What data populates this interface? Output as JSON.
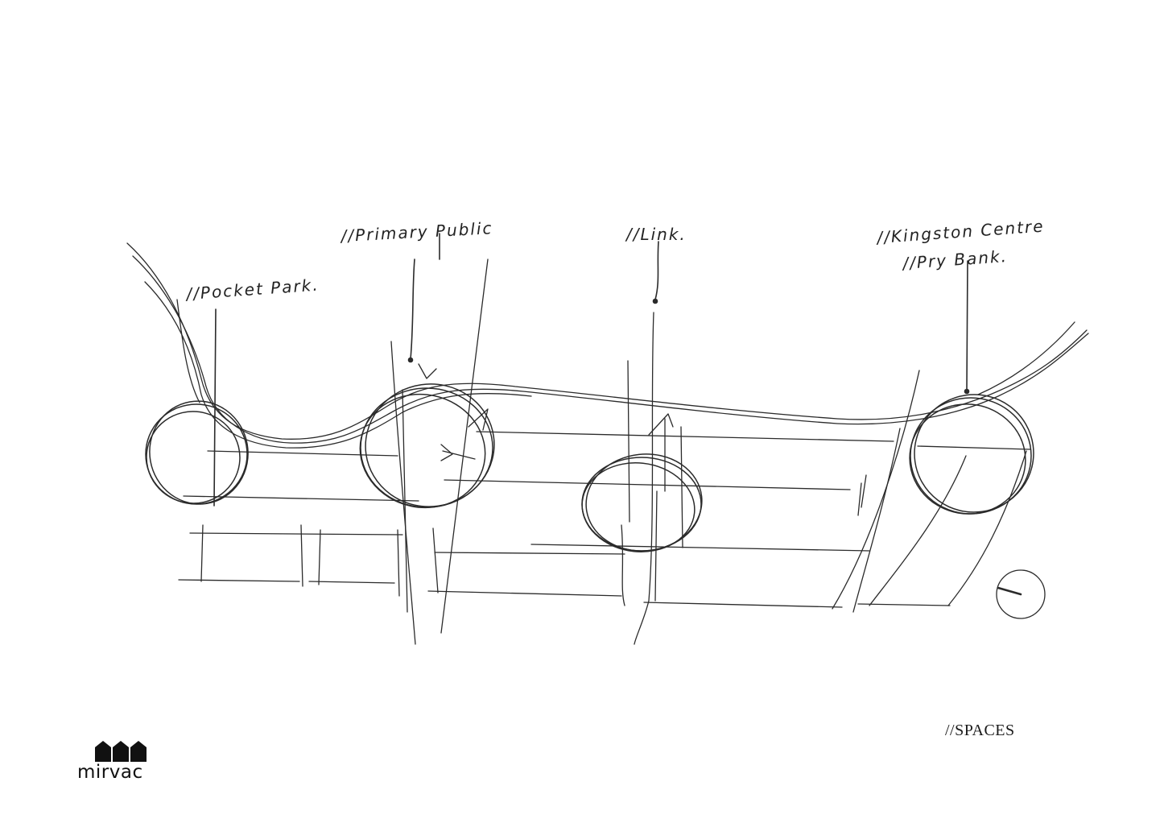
{
  "page": {
    "label": "//SPACES"
  },
  "sketch": {
    "annotations": [
      {
        "id": "pocket-park",
        "text": "//Pocket Park."
      },
      {
        "id": "primary-public",
        "text": "//Primary Public"
      },
      {
        "id": "link",
        "text": "//Link."
      },
      {
        "id": "kingston-centre",
        "text": "//Kingston Centre"
      },
      {
        "id": "pry-bank",
        "text": "//Pry Bank."
      }
    ]
  },
  "brand": {
    "name": "mirvac",
    "mark_icon": "mirvac-logo-mark"
  },
  "colors": {
    "ink": "#2b2b2b",
    "background": "#ffffff"
  }
}
